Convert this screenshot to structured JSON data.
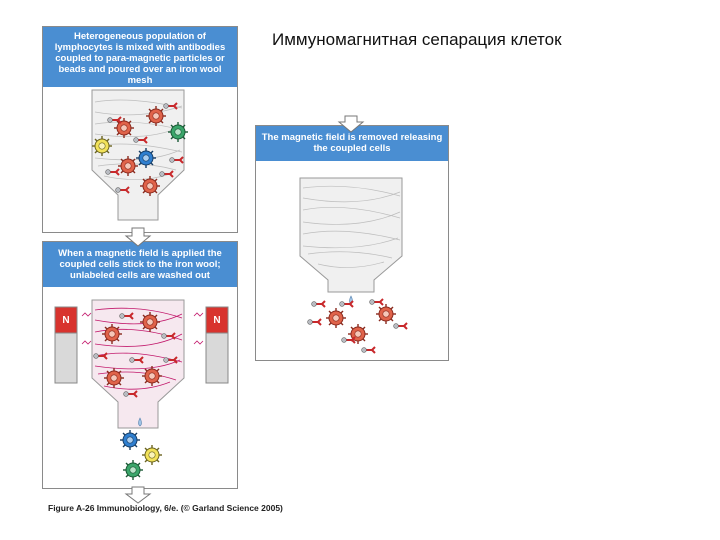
{
  "slide": {
    "title": "Иммуномагнитная сепарация клеток"
  },
  "figure": {
    "panel1_text": "Heterogeneous population of lymphocytes is mixed with antibodies coupled to para-magnetic particles or beads and poured over an iron wool mesh",
    "panel2_text": "When a magnetic field is applied the coupled cells stick to the iron wool; unlabeled cells are washed out",
    "panel3_text": "The magnetic field is removed releasing the coupled cells",
    "magnet_label": "N",
    "caption": "Figure A-26 Immunobiology, 6/e. (© Garland Science 2005)"
  },
  "colors": {
    "header_blue": "#4a8ed2",
    "labeled_cell": "#e0634a",
    "yellow_cell": "#f2e25a",
    "blue_cell": "#2f7fd0",
    "green_cell": "#3aa66a",
    "magnet_red": "#d8332e",
    "antibody_red": "#c8282b",
    "field_lines": "#c2186b"
  }
}
